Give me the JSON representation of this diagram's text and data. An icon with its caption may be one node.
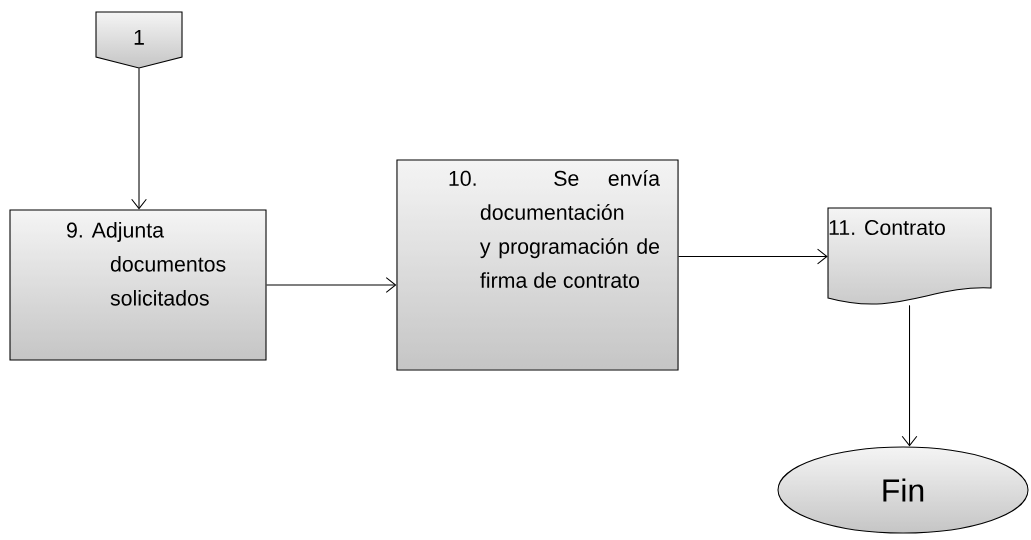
{
  "diagram": {
    "nodes": [
      {
        "text": [
          "1"
        ]
      },
      {
        "text": [
          "9. Adjunta documentos solicitados"
        ]
      },
      {
        "text": [
          "10. Se envía documentación y programación de firma de contrato"
        ]
      },
      {
        "text": [
          "11. Contrato"
        ]
      },
      {
        "text": [
          "Fin"
        ]
      }
    ],
    "edges": [
      {
        "from": 0,
        "to": 1,
        "arrow": "to"
      },
      {
        "from": 1,
        "to": 2,
        "arrow": "to"
      },
      {
        "from": 2,
        "to": 3,
        "arrow": "to"
      },
      {
        "from": 3,
        "to": 4,
        "arrow": "to"
      }
    ]
  }
}
